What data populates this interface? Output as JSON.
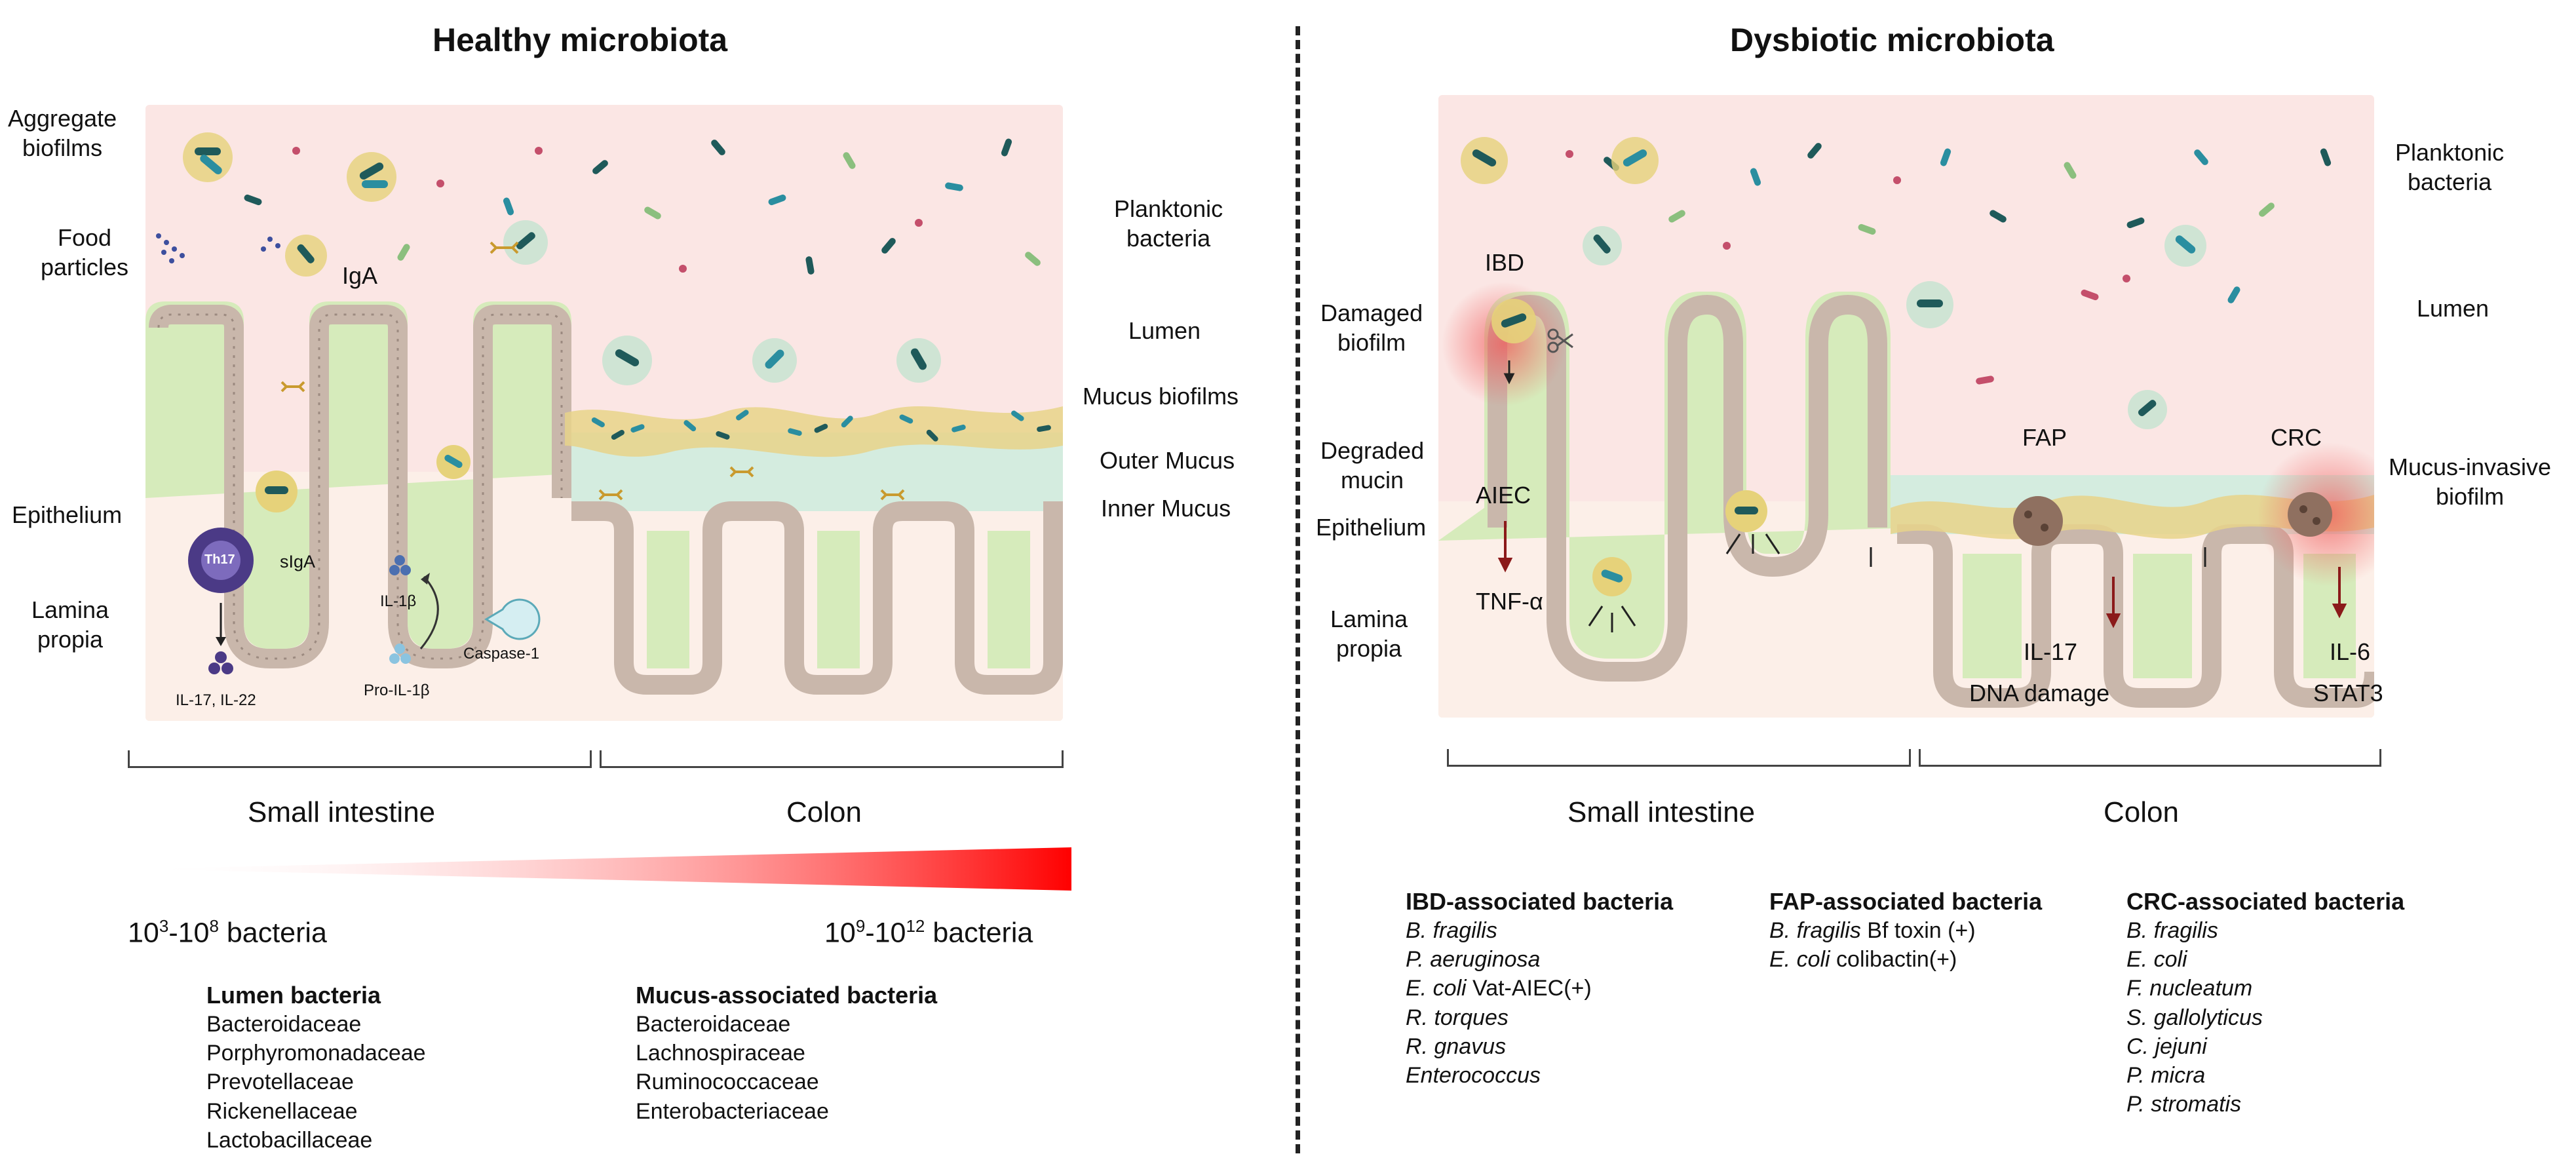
{
  "healthy": {
    "title": "Healthy microbiota",
    "labels": {
      "aggregate_biofilms": "Aggregate\nbiofilms",
      "food_particles": "Food\nparticles",
      "epithelium": "Epithelium",
      "lamina_propia": "Lamina\npropia",
      "planktonic": "Planktonic\nbacteria",
      "lumen": "Lumen",
      "mucus_biofilms": "Mucus  biofilms",
      "outer_mucus": "Outer Mucus",
      "inner_mucus": "Inner Mucus",
      "iga": "IgA",
      "siga": "sIgA",
      "th17": "Th17",
      "il17_il22": "IL-17, IL-22",
      "il1b": "IL-1β",
      "pro_il1b": "Pro-IL-1β",
      "caspase": "Caspase-1"
    },
    "segments": {
      "small": "Small intestine",
      "colon": "Colon"
    },
    "counts": {
      "left": {
        "a": "10",
        "a_exp": "3",
        "b": "-10",
        "b_exp": "8",
        "suffix": " bacteria"
      },
      "right": {
        "a": "10",
        "a_exp": "9",
        "b": "-10",
        "b_exp": "12",
        "suffix": " bacteria"
      }
    },
    "lumen_bacteria": {
      "title": "Lumen bacteria",
      "items": [
        "Bacteroidaceae",
        "Porphyromonadaceae",
        "Prevotellaceae",
        "Rickenellaceae",
        "Lactobacillaceae"
      ]
    },
    "mucus_bacteria": {
      "title": "Mucus-associated bacteria",
      "items": [
        "Bacteroidaceae",
        "Lachnospiraceae",
        "Ruminococcaceae",
        "Enterobacteriaceae"
      ]
    }
  },
  "dysbiotic": {
    "title": "Dysbiotic microbiota",
    "labels": {
      "ibd": "IBD",
      "damaged_biofilm": "Damaged\nbiofilm",
      "degraded_mucin": "Degraded\nmucin",
      "epithelium": "Epithelium",
      "lamina_propia": "Lamina\npropia",
      "aiec": "AIEC",
      "tnf": "TNF-α",
      "planktonic": "Planktonic\nbacteria",
      "lumen": "Lumen",
      "fap": "FAP",
      "crc": "CRC",
      "mucus_invasive": "Mucus-invasive\nbiofilm",
      "il17": "IL-17",
      "dna_damage": "DNA damage",
      "il6": "IL-6",
      "stat3": "STAT3"
    },
    "segments": {
      "small": "Small intestine",
      "colon": "Colon"
    },
    "ibd_bacteria": {
      "title": "IBD-associated bacteria",
      "items": [
        {
          "species": "B. fragilis",
          "note": ""
        },
        {
          "species": "P. aeruginosa",
          "note": ""
        },
        {
          "species": "E. coli",
          "note": " Vat-AIEC(+)"
        },
        {
          "species": "R. torques",
          "note": ""
        },
        {
          "species": "R. gnavus",
          "note": ""
        },
        {
          "species": "Enterococcus",
          "note": ""
        }
      ]
    },
    "fap_bacteria": {
      "title": "FAP-associated bacteria",
      "items": [
        {
          "species": "B. fragilis",
          "note": " Bf toxin (+)"
        },
        {
          "species": "E. coli",
          "note": " colibactin(+)"
        }
      ]
    },
    "crc_bacteria": {
      "title": "CRC-associated bacteria",
      "items": [
        "B. fragilis",
        "E. coli",
        "F. nucleatum",
        "S. gallolyticus",
        "C. jejuni",
        "P. micra",
        "P. stromatis"
      ]
    }
  },
  "colors": {
    "lumen_bg": "#fbe6e4",
    "lamina_bg": "#fcefe8",
    "mucus_green": "#d6ebbb",
    "inner_mucus": "#d4ecdf",
    "epithelium": "#c9b7ab",
    "gradient_red": "#ff0000",
    "inflammation": "#f05a5a",
    "teal": "#2a8ea0",
    "dark_teal": "#1f5a5a",
    "th17": "#4b3a86"
  }
}
